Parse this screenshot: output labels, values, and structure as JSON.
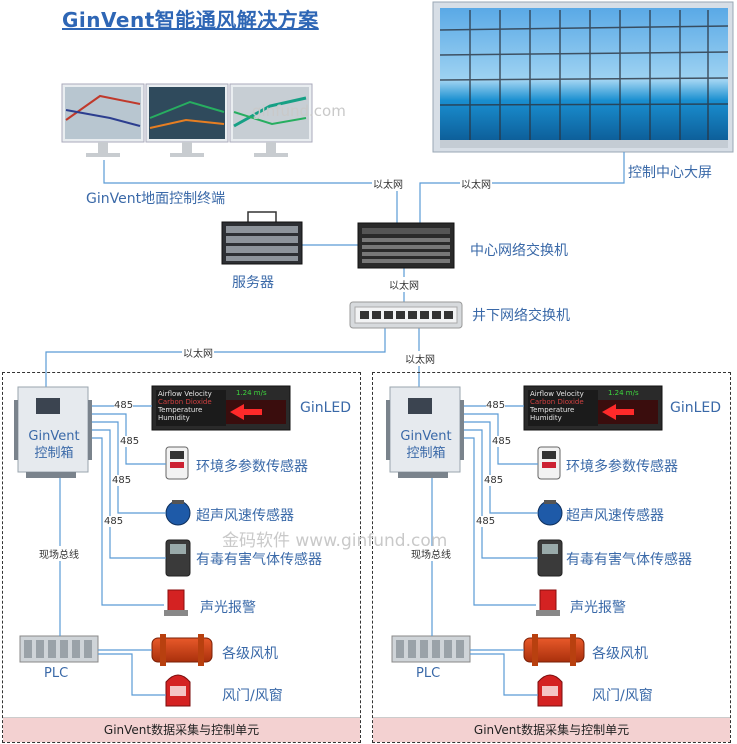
{
  "title": "GinVent智能通风解决方案",
  "labels": {
    "terminals": "GinVent地面控制终端",
    "bigscreen": "控制中心大屏",
    "server": "服务器",
    "core_switch": "中心网络交换机",
    "under_switch": "井下网络交换机",
    "ethernet": "以太网",
    "rs485": "485",
    "field_bus": "现场总线",
    "control_box_line1": "GinVent",
    "control_box_line2": "控制箱",
    "led": "GinLED",
    "env_sensor": "环境多参数传感器",
    "wind_sensor": "超声风速传感器",
    "gas_sensor": "有毒有害气体传感器",
    "alarm": "声光报警",
    "fans": "各级风机",
    "doors": "风门/风窗",
    "plc": "PLC",
    "unit_footer": "GinVent数据采集与控制单元",
    "led_text_1": "Airflow Velocity",
    "led_text_2": "Carbon Dioxide",
    "led_text_3": "Temperature",
    "led_text_4": "Humidity",
    "led_value": "1.24 m/s",
    "watermark_1": "金码软件 www.ginfund.com",
    "watermark_2": "ginfund.com"
  },
  "colors": {
    "line": "#5b9bd5",
    "title": "#2e66b5",
    "label": "#3a69a8",
    "footer": "#f3d1d1"
  }
}
